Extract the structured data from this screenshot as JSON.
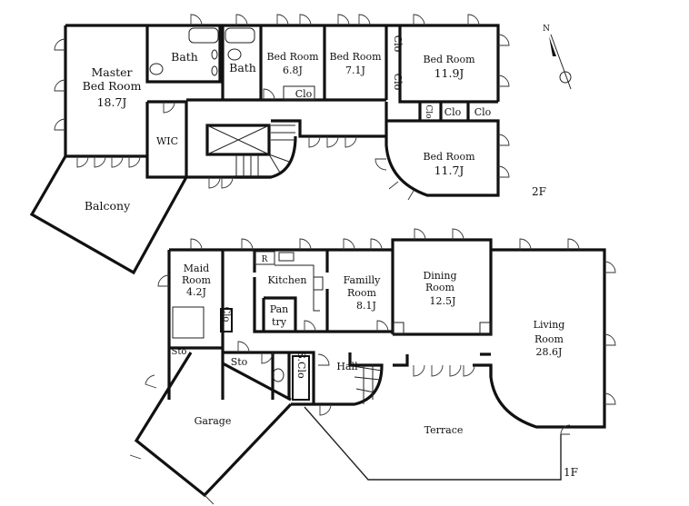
{
  "floor2": {
    "label": "2F",
    "compass": "N",
    "rooms": {
      "master": {
        "line1": "Master",
        "line2": "Bed Room",
        "size": "18.7J"
      },
      "bath1": {
        "name": "Bath"
      },
      "bath2": {
        "name": "Bath"
      },
      "bed68": {
        "name": "Bed Room",
        "size": "6.8J"
      },
      "bed71": {
        "name": "Bed Room",
        "size": "7.1J"
      },
      "bed119": {
        "name": "Bed Room",
        "size": "11.9J"
      },
      "bed117": {
        "name": "Bed Room",
        "size": "11.7J"
      },
      "wic": {
        "name": "WIC"
      },
      "balcony": {
        "name": "Balcony"
      },
      "closets": [
        "Clo",
        "Clo",
        "Clo",
        "Clo",
        "Clo",
        "Clo"
      ]
    }
  },
  "floor1": {
    "label": "1F",
    "rooms": {
      "maid": {
        "line1": "Maid",
        "line2": "Room",
        "size": "4.2J"
      },
      "kitchen": {
        "name": "Kitchen",
        "fridge": "R"
      },
      "family": {
        "line1": "Familly",
        "line2": "Room",
        "size": "8.1J"
      },
      "dining": {
        "line1": "Dining",
        "line2": "Room",
        "size": "12.5J"
      },
      "living": {
        "line1": "Living",
        "line2": "Room",
        "size": "28.6J"
      },
      "pantry": {
        "line1": "Pan",
        "line2": "try"
      },
      "maid_clo": {
        "name": "Clo"
      },
      "sto1": {
        "name": "Sto"
      },
      "sto2": {
        "name": "Sto"
      },
      "shoe_clo": {
        "name": "S.Clo"
      },
      "hall": {
        "name": "Hall"
      },
      "garage": {
        "name": "Garage"
      },
      "terrace": {
        "name": "Terrace"
      }
    }
  }
}
